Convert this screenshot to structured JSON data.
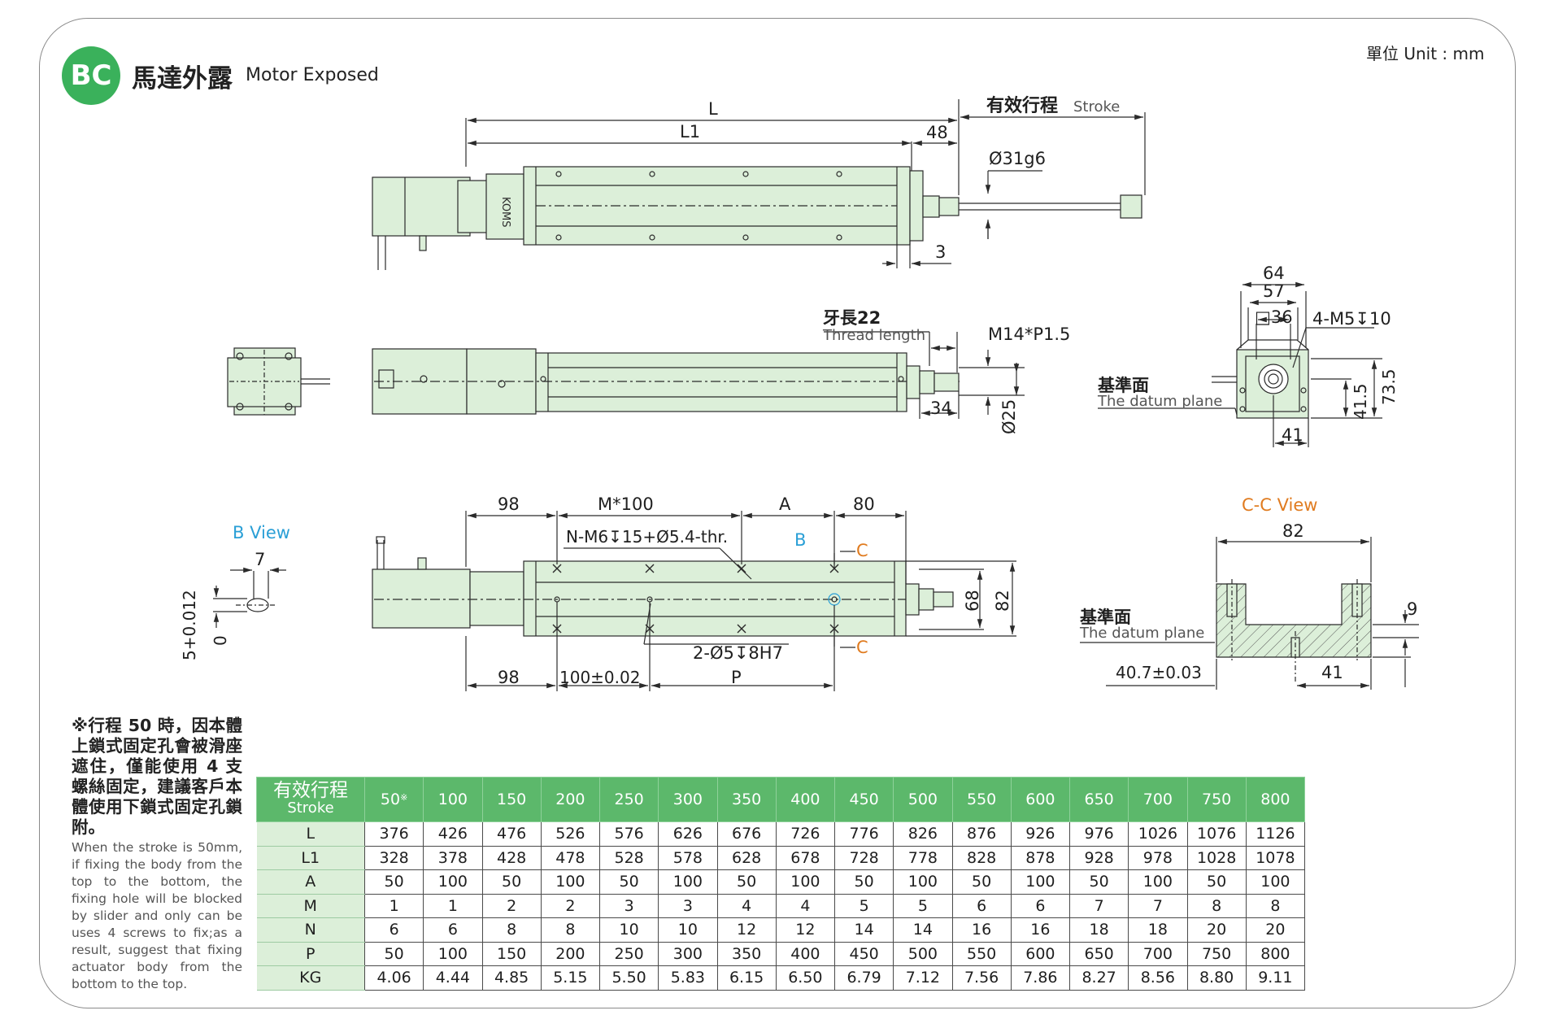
{
  "header": {
    "badge": "BC",
    "title_zh": "馬達外露",
    "title_en": "Motor Exposed",
    "unit": "單位 Unit : mm"
  },
  "drawing": {
    "top_view": {
      "dim_L": "L",
      "dim_L1": "L1",
      "dim_48": "48",
      "stroke_zh": "有效行程",
      "stroke_en": "Stroke",
      "shaft_dia": "Ø31g6",
      "dim_3": "3",
      "brand": "KOMS"
    },
    "side_view": {
      "thread_zh": "牙長22",
      "thread_en": "Thread length",
      "thread_spec": "M14*P1.5",
      "dim_34": "34",
      "dim_25": "Ø25"
    },
    "end_view": {
      "dim_64": "64",
      "dim_57": "57",
      "dim_36": "□36",
      "holes": "4-M5↧10",
      "datum_zh": "基準面",
      "datum_en": "The datum plane",
      "dim_41_5": "41.5",
      "dim_73_5": "73.5",
      "dim_41": "41"
    },
    "bottom_view": {
      "dim_98_top": "98",
      "dim_m100": "M*100",
      "dim_A": "A",
      "dim_80": "80",
      "holes_label": "N-M6↧15+Ø5.4-thr.",
      "b_mark": "B",
      "c_mark_top": "C",
      "c_mark_bottom": "C",
      "pin_label": "2-Ø5↧8H7",
      "dim_68": "68",
      "dim_82": "82",
      "dim_98_bottom": "98",
      "dim_100": "100±0.02",
      "dim_P": "P"
    },
    "b_view": {
      "title": "B View",
      "dim_7": "7",
      "dim_tol": "5+0.012",
      "dim_zero": "0"
    },
    "cc_view": {
      "title": "C-C View",
      "dim_82": "82",
      "dim_9": "9",
      "datum_zh": "基準面",
      "datum_en": "The datum plane",
      "dim_40_7": "40.7±0.03",
      "dim_41": "41"
    },
    "colors": {
      "body": "#dcefd9",
      "line": "#2a2a2a",
      "blue_label": "#2a9fd6",
      "orange_label": "#e07b1f"
    }
  },
  "note": {
    "zh": "※行程 50 時，因本體上鎖式固定孔會被滑座遮住，僅能使用 4 支螺絲固定，建議客戶本體使用下鎖式固定孔鎖附。",
    "en": "When the stroke is 50mm, if fixing the body from the top to the bottom, the fixing hole will be blocked by slider and only can be uses 4 screws to fix;as a result, suggest that fixing actuator body from the bottom to the top."
  },
  "table": {
    "header_zh": "有效行程",
    "header_en": "Stroke",
    "first_mark": "※",
    "strokes": [
      "50",
      "100",
      "150",
      "200",
      "250",
      "300",
      "350",
      "400",
      "450",
      "500",
      "550",
      "600",
      "650",
      "700",
      "750",
      "800"
    ],
    "rows": [
      {
        "label": "L",
        "values": [
          "376",
          "426",
          "476",
          "526",
          "576",
          "626",
          "676",
          "726",
          "776",
          "826",
          "876",
          "926",
          "976",
          "1026",
          "1076",
          "1126"
        ]
      },
      {
        "label": "L1",
        "values": [
          "328",
          "378",
          "428",
          "478",
          "528",
          "578",
          "628",
          "678",
          "728",
          "778",
          "828",
          "878",
          "928",
          "978",
          "1028",
          "1078"
        ]
      },
      {
        "label": "A",
        "values": [
          "50",
          "100",
          "50",
          "100",
          "50",
          "100",
          "50",
          "100",
          "50",
          "100",
          "50",
          "100",
          "50",
          "100",
          "50",
          "100"
        ]
      },
      {
        "label": "M",
        "values": [
          "1",
          "1",
          "2",
          "2",
          "3",
          "3",
          "4",
          "4",
          "5",
          "5",
          "6",
          "6",
          "7",
          "7",
          "8",
          "8"
        ]
      },
      {
        "label": "N",
        "values": [
          "6",
          "6",
          "8",
          "8",
          "10",
          "10",
          "12",
          "12",
          "14",
          "14",
          "16",
          "16",
          "18",
          "18",
          "20",
          "20"
        ]
      },
      {
        "label": "P",
        "values": [
          "50",
          "100",
          "150",
          "200",
          "250",
          "300",
          "350",
          "400",
          "450",
          "500",
          "550",
          "600",
          "650",
          "700",
          "750",
          "800"
        ]
      },
      {
        "label": "KG",
        "values": [
          "4.06",
          "4.44",
          "4.85",
          "5.15",
          "5.50",
          "5.83",
          "6.15",
          "6.50",
          "6.79",
          "7.12",
          "7.56",
          "7.86",
          "8.27",
          "8.56",
          "8.80",
          "9.11"
        ]
      }
    ]
  }
}
